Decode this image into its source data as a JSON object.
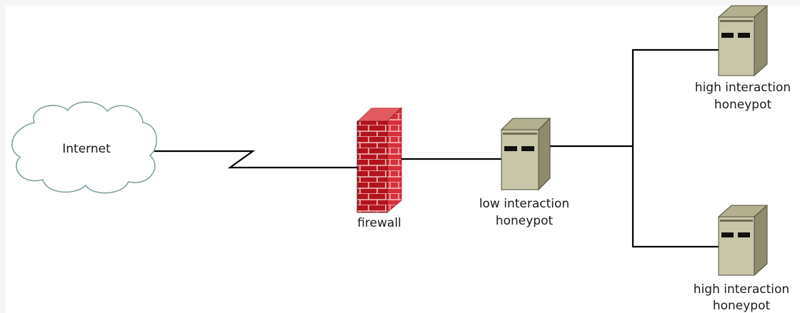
{
  "labels": {
    "internet": "Internet",
    "firewall": "firewall",
    "low_line1": "low interaction",
    "low_line2": "honeypot",
    "high_top_line1": "high interaction",
    "high_top_line2": "honeypot",
    "high_bottom_line1": "high interaction",
    "high_bottom_line2": "honeypot"
  },
  "colors": {
    "cloud_stroke": "#7fa3a3",
    "cloud_fill": "#ffffff",
    "brick_front": "#b3141c",
    "brick_side": "#d8303a",
    "brick_top": "#e15a60",
    "mortar": "#f2c2c4",
    "server_front": "#c8c6a9",
    "server_side": "#8e8c6c",
    "server_top": "#b2b08f",
    "server_outline": "#4e4d3a",
    "line": "#000000"
  },
  "icons": [
    "cloud-icon",
    "firewall-icon",
    "server-icon"
  ]
}
